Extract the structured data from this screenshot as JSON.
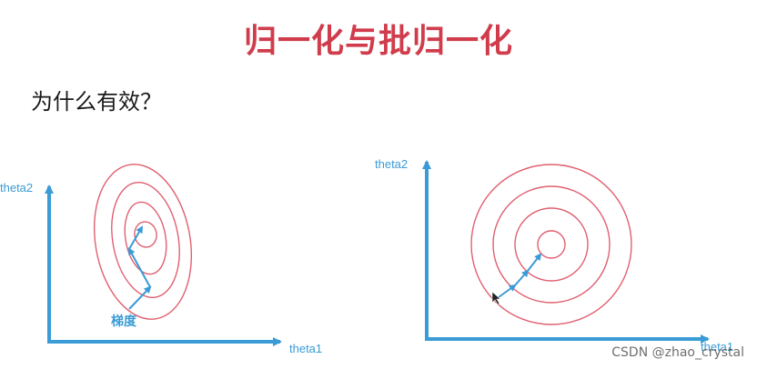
{
  "slide": {
    "title": "归一化与批归一化",
    "question": "为什么有效？"
  },
  "colors": {
    "title": "#d03c4c",
    "axis": "#3a9bd6",
    "contour": "#e06070",
    "label": "#3a9bd6"
  },
  "left_diagram": {
    "x_label": "theta1",
    "y_label": "theta2",
    "gradient_label": "梯度",
    "contour_shape": "ellipse",
    "contour_count": 4
  },
  "right_diagram": {
    "x_label": "theta1",
    "y_label": "theta2",
    "contour_shape": "circle",
    "contour_count": 4
  },
  "watermark": "CSDN @zhao_crystal"
}
